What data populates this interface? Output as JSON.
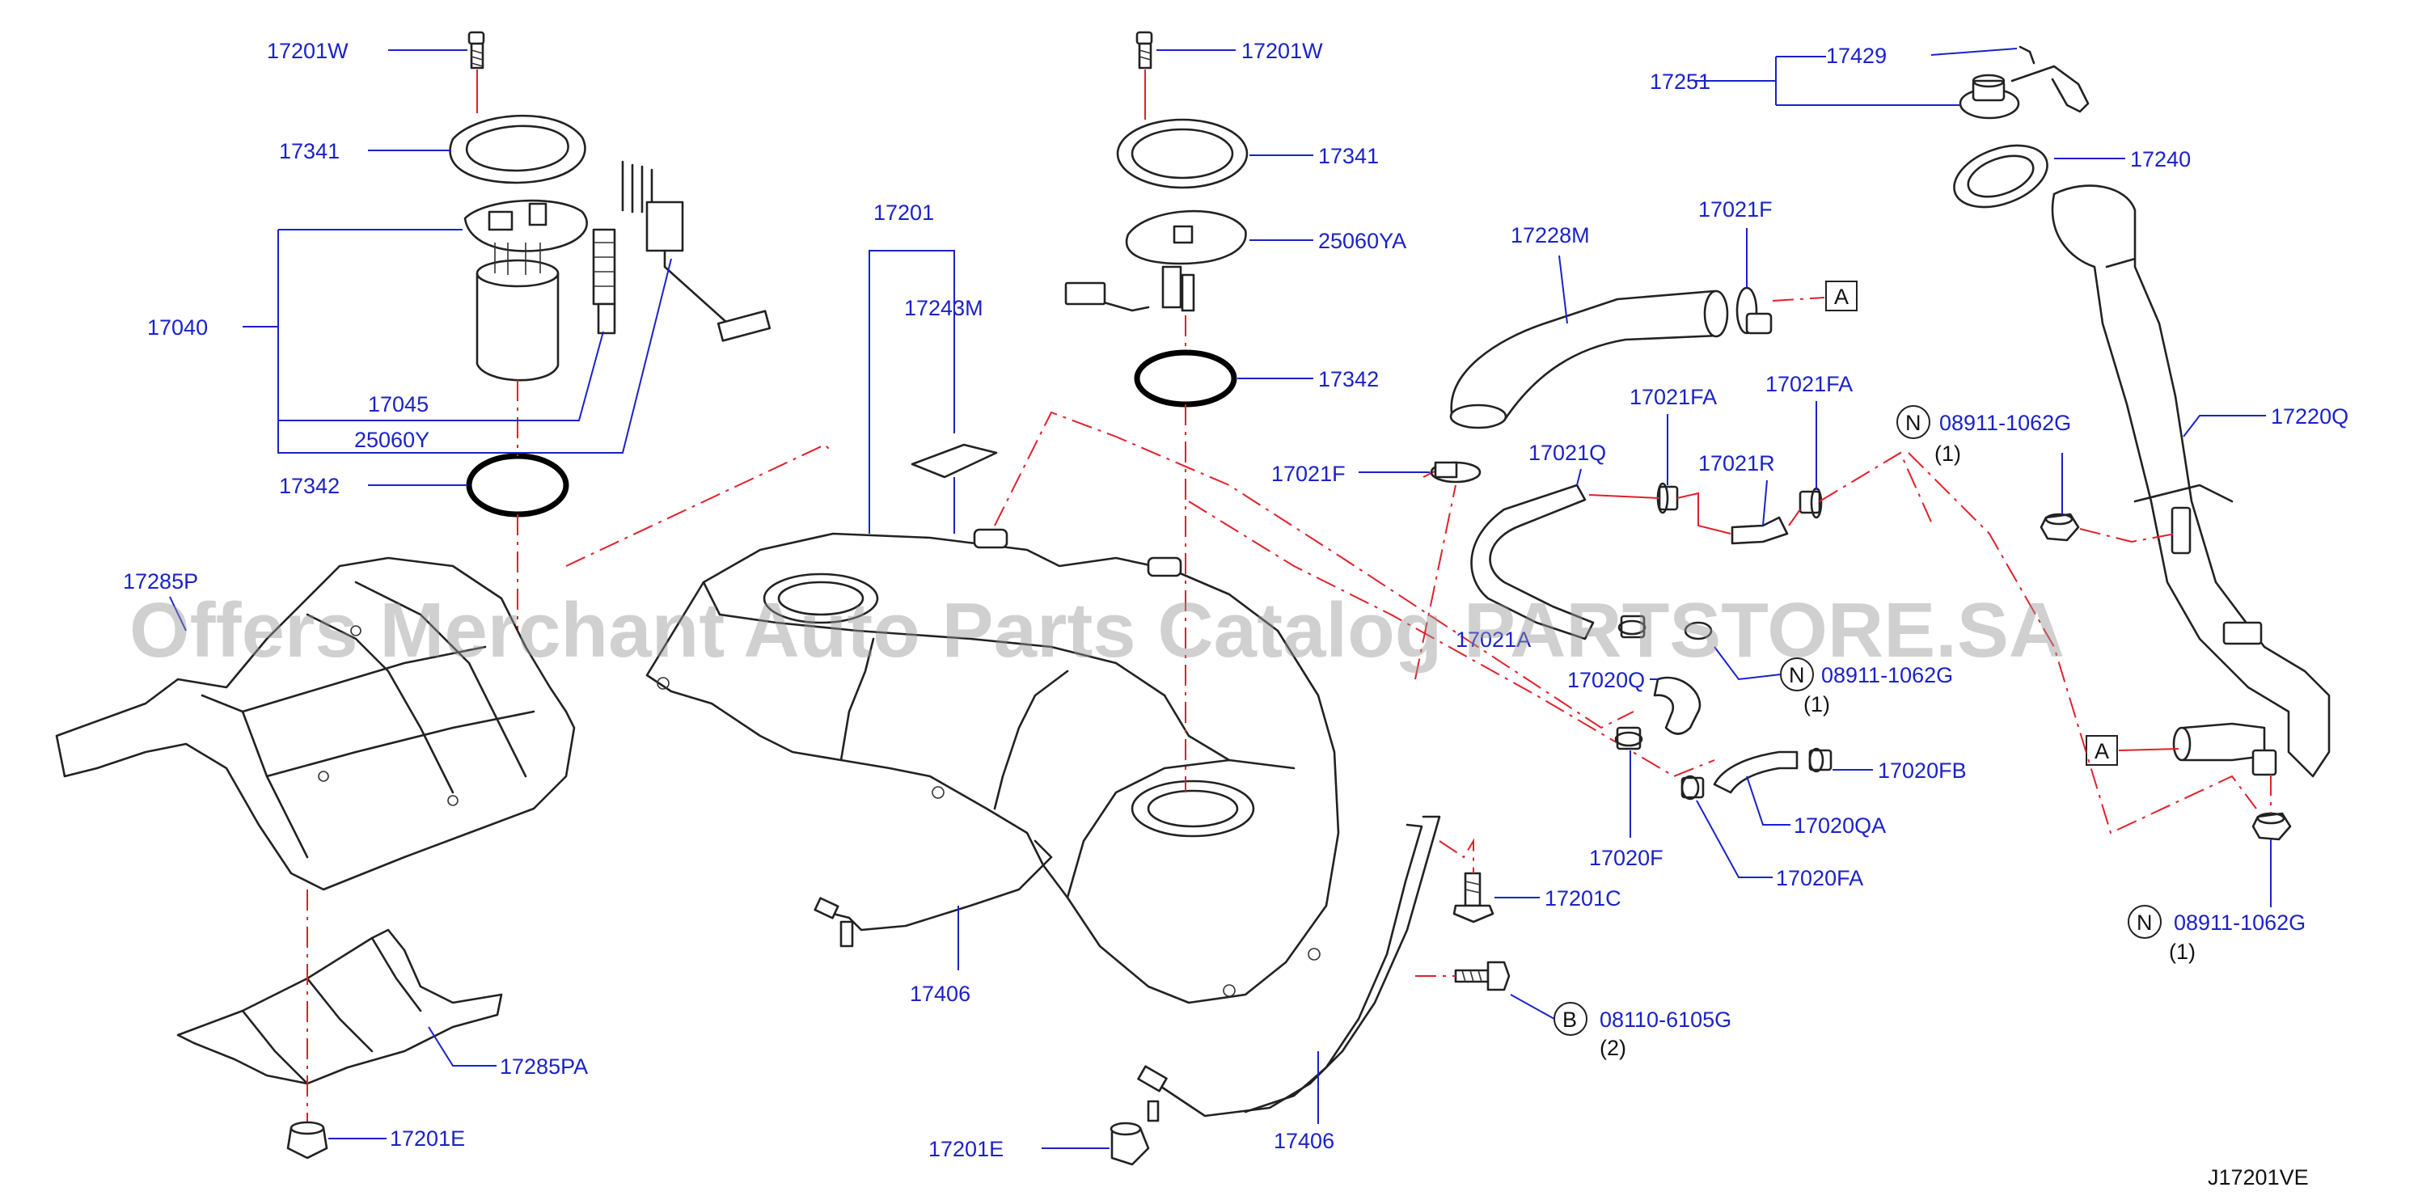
{
  "watermark": "Offers Merchant Auto Parts Catalog PARTSTORE.SA",
  "diagram_code": "J17201VE",
  "labels": {
    "p17201W_left": "17201W",
    "p17341_left": "17341",
    "p17040": "17040",
    "p17045": "17045",
    "p25060Y": "25060Y",
    "p17342_left": "17342",
    "p17285P": "17285P",
    "p17285PA": "17285PA",
    "p17201E_left": "17201E",
    "p17201": "17201",
    "p17243M": "17243M",
    "p17406_left": "17406",
    "p17201W_mid": "17201W",
    "p17341_mid": "17341",
    "p25060YA": "25060YA",
    "p17342_mid": "17342",
    "p17201C": "17201C",
    "p08110": "08110-6105G",
    "p08110_qty": "(2)",
    "p17406_bottom": "17406",
    "p17201E_bottom": "17201E",
    "p17228M": "17228M",
    "p17021F_top": "17021F",
    "p17021F_mid": "17021F",
    "p17021FA_a": "17021FA",
    "p17021FA_b": "17021FA",
    "p17021Q": "17021Q",
    "p17021R": "17021R",
    "p17021A_partial": "17021A",
    "p17020Q": "17020Q",
    "p08911_mid": "08911-1062G",
    "p08911_mid_qty": "(1)",
    "p17020F": "17020F",
    "p17020FB": "17020FB",
    "p17020QA": "17020QA",
    "p17020FA": "17020FA",
    "p17251": "17251",
    "p17429": "17429",
    "p17240": "17240",
    "p17220Q": "17220Q",
    "p08911_top": "08911-1062G",
    "p08911_top_qty": "(1)",
    "p08911_bottom": "08911-1062G",
    "p08911_bottom_qty": "(1)"
  },
  "markers": {
    "A_upper": "A",
    "A_lower": "A",
    "N_top": "N",
    "N_mid": "N",
    "N_bottom": "N",
    "B": "B"
  },
  "colors": {
    "label_blue": "#1a22c8",
    "leader_red": "#e0202a",
    "outline": "#222222"
  }
}
